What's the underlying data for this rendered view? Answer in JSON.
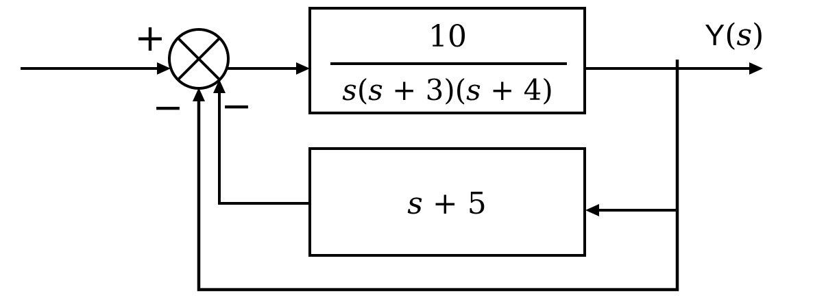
{
  "diagram": {
    "type": "control-system-block-diagram",
    "background_color": "#ffffff",
    "line_color": "#000000",
    "summing_junction": {
      "plus": "+",
      "minus_outer": "−",
      "minus_inner": "−"
    },
    "forward_block": {
      "numerator": "10",
      "denominator": "s(s + 3)(s + 4)",
      "denominator_parts": [
        "s",
        "(",
        "s",
        " + 3)(",
        "s",
        " + 4)"
      ]
    },
    "feedback_block": {
      "label": "s + 5",
      "label_parts": [
        "s",
        " + 5"
      ]
    },
    "output": {
      "label": "Y(s)",
      "parts": [
        "Y",
        "(",
        "s",
        ")"
      ]
    }
  }
}
